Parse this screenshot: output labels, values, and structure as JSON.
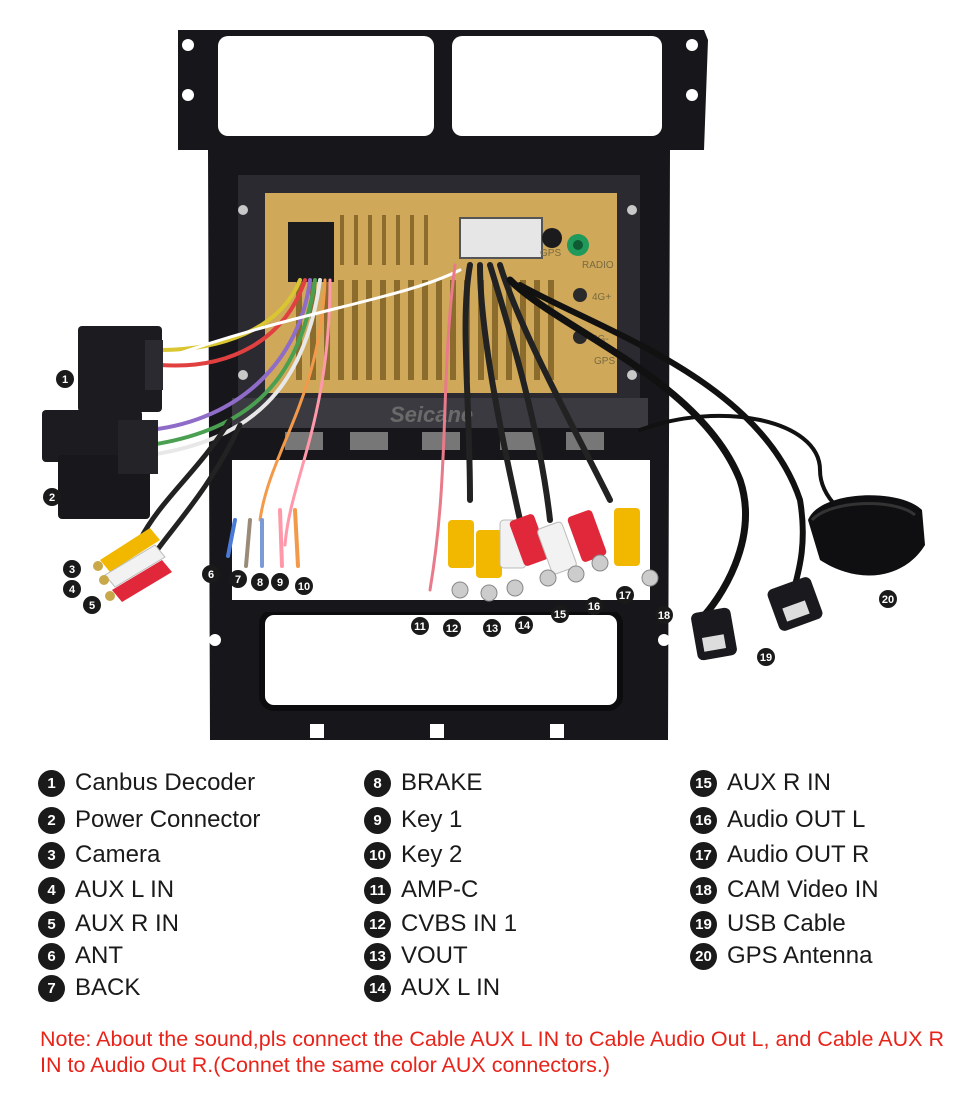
{
  "watermark": "Seicane",
  "unit_labels": {
    "gps": "GPS",
    "radio": "RADIO",
    "port1": "4G+",
    "port2": "4G-",
    "gps2": "GPS"
  },
  "callouts": [
    "1",
    "2",
    "3",
    "4",
    "5",
    "6",
    "7",
    "8",
    "9",
    "10",
    "11",
    "12",
    "13",
    "14",
    "15",
    "16",
    "17",
    "18",
    "19",
    "20"
  ],
  "legend": {
    "col1": [
      {
        "num": "1",
        "label": "Canbus Decoder"
      },
      {
        "num": "2",
        "label": "Power Connector"
      },
      {
        "num": "3",
        "label": "Camera"
      },
      {
        "num": "4",
        "label": "AUX L IN"
      },
      {
        "num": "5",
        "label": "AUX R IN"
      },
      {
        "num": "6",
        "label": "ANT"
      },
      {
        "num": "7",
        "label": "BACK"
      }
    ],
    "col2": [
      {
        "num": "8",
        "label": "BRAKE"
      },
      {
        "num": "9",
        "label": "Key 1"
      },
      {
        "num": "10",
        "label": "Key 2"
      },
      {
        "num": "11",
        "label": "AMP-C"
      },
      {
        "num": "12",
        "label": "CVBS IN 1"
      },
      {
        "num": "13",
        "label": "VOUT"
      },
      {
        "num": "14",
        "label": "AUX L IN"
      }
    ],
    "col3": [
      {
        "num": "15",
        "label": "AUX R IN"
      },
      {
        "num": "16",
        "label": "Audio OUT L"
      },
      {
        "num": "17",
        "label": "Audio OUT R"
      },
      {
        "num": "18",
        "label": "CAM Video IN"
      },
      {
        "num": "19",
        "label": "USB Cable"
      },
      {
        "num": "20",
        "label": "GPS Antenna"
      }
    ]
  },
  "note": "Note: About the sound,pls connect the Cable AUX L IN to Cable Audio Out L, and Cable AUX R IN to  Audio Out R.(Connet the same color AUX connectors.)",
  "colors": {
    "frame": "#15151a",
    "unit_gold": "#cfa85a",
    "red_rca": "#e0283a",
    "yellow_rca": "#f2b800",
    "white_rca": "#f2f2f2",
    "note_red": "#e8231a"
  }
}
